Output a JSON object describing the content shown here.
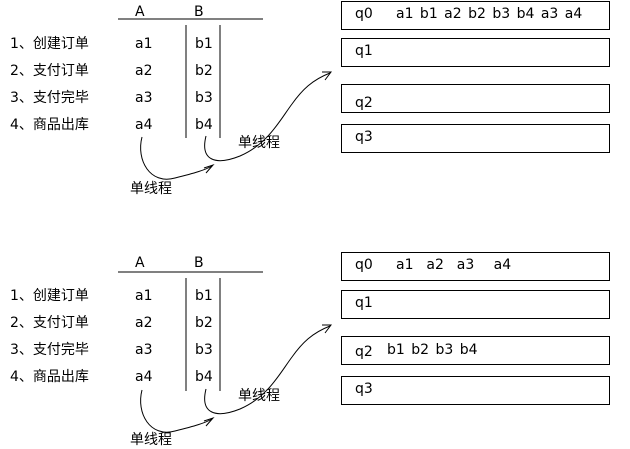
{
  "sections": [
    {
      "columns": [
        "A",
        "B"
      ],
      "steps": [
        "1、创建订单",
        "2、支付订单",
        "3、支付完毕",
        "4、商品出库"
      ],
      "col_a": [
        "a1",
        "a2",
        "a3",
        "a4"
      ],
      "col_b": [
        "b1",
        "b2",
        "b3",
        "b4"
      ],
      "thread_labels": [
        "单线程",
        "单线程"
      ],
      "queues": [
        {
          "name": "q0",
          "items": "a1 b1 a2 b2 b3 b4 a3 a4"
        },
        {
          "name": "q1",
          "items": ""
        },
        {
          "name": "q2",
          "items": ""
        },
        {
          "name": "q3",
          "items": ""
        }
      ]
    },
    {
      "columns": [
        "A",
        "B"
      ],
      "steps": [
        "1、创建订单",
        "2、支付订单",
        "3、支付完毕",
        "4、商品出库"
      ],
      "col_a": [
        "a1",
        "a2",
        "a3",
        "a4"
      ],
      "col_b": [
        "b1",
        "b2",
        "b3",
        "b4"
      ],
      "thread_labels": [
        "单线程",
        "单线程"
      ],
      "queues": [
        {
          "name": "q0",
          "items": "a1  a2  a3   a4"
        },
        {
          "name": "q1",
          "items": ""
        },
        {
          "name": "q2",
          "items": "b1 b2 b3 b4"
        },
        {
          "name": "q3",
          "items": ""
        }
      ]
    }
  ]
}
